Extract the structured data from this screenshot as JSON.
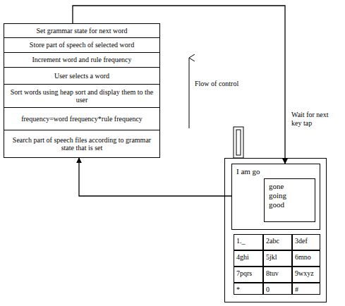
{
  "diagram": {
    "nodes": [
      {
        "text": [
          "Set grammar state for next word"
        ]
      },
      {
        "text": [
          "Store part of speech of selected word"
        ]
      },
      {
        "text": [
          "Increment word and rule frequency"
        ]
      },
      {
        "text": [
          "User selects a word"
        ]
      },
      {
        "text": [
          "Sort words using heap sort and display them to the user"
        ]
      },
      {
        "text": [
          "frequency=word frequency*rule frequency"
        ]
      },
      {
        "text": [
          "Search part of speech files according to grammar state that is set"
        ]
      },
      {
        "text": [
          "I am go"
        ]
      },
      {
        "text": [
          "gone",
          "going",
          "good"
        ],
        "in": 7
      },
      {
        "text": [
          "1._"
        ]
      },
      {
        "text": [
          "2abc"
        ]
      },
      {
        "text": [
          "3def"
        ]
      },
      {
        "text": [
          "4ghi"
        ]
      },
      {
        "text": [
          "5jkl"
        ]
      },
      {
        "text": [
          "6mno"
        ]
      },
      {
        "text": [
          "7pqrs"
        ]
      },
      {
        "text": [
          "8tuv"
        ]
      },
      {
        "text": [
          "9wxyz"
        ]
      },
      {
        "text": [
          "*"
        ]
      },
      {
        "text": [
          "0"
        ]
      },
      {
        "text": [
          "#"
        ]
      }
    ],
    "edges": [
      {
        "from": 0,
        "to": 7,
        "arrow": "to",
        "label": "Wait for next key tap"
      },
      {
        "from": 7,
        "to": 6,
        "arrow": "to"
      }
    ],
    "labels": [
      "Flow of control"
    ]
  }
}
